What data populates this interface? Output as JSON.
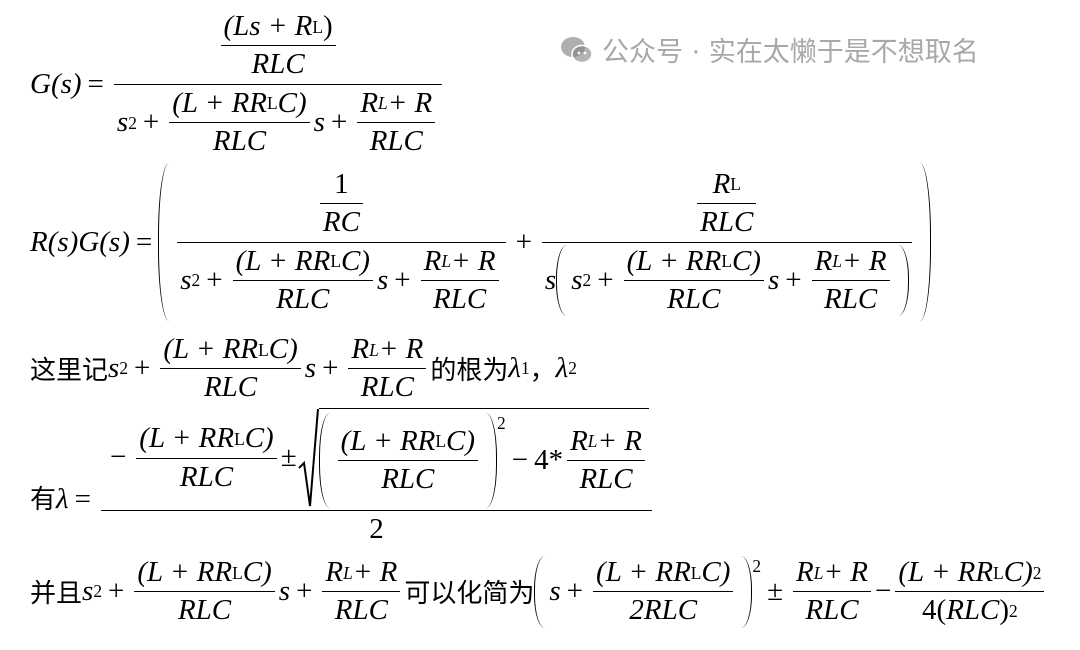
{
  "terms": {
    "rlc": "RLC",
    "a_pre": "(L + RR",
    "a_sub": "L",
    "a_post": "C)",
    "b_pre": "R",
    "b_sub": "L",
    "b_post": " + R",
    "s": "s",
    "sq": "2",
    "plus": "+",
    "minus": "−",
    "pm": "±",
    "eq": "="
  },
  "eq1": {
    "lhs": "G(s)",
    "num_pre": "(Ls + R",
    "num_sub": "L",
    "num_post": ")"
  },
  "eq2": {
    "lhs": "R(s)G(s)",
    "one": "1",
    "rc": "RC",
    "rl_pre": "R",
    "rl_sub": "L"
  },
  "line3": {
    "prefix": "这里记",
    "suffix": "的根为",
    "lambda": "λ",
    "sub1": "1",
    "comma": "，",
    "sub2": "2"
  },
  "line4": {
    "prefix": "有",
    "lambda": "λ",
    "four": "4*",
    "two": "2"
  },
  "line5": {
    "prefix": "并且",
    "middle": "可以化简为",
    "two_rlc": "2RLC",
    "four": "4(",
    "rlc_close": ")"
  },
  "watermark": {
    "text": "公众号 · 实在太懒于是不想取名",
    "icon": "wechat-icon",
    "color": "#8a8a8a"
  }
}
